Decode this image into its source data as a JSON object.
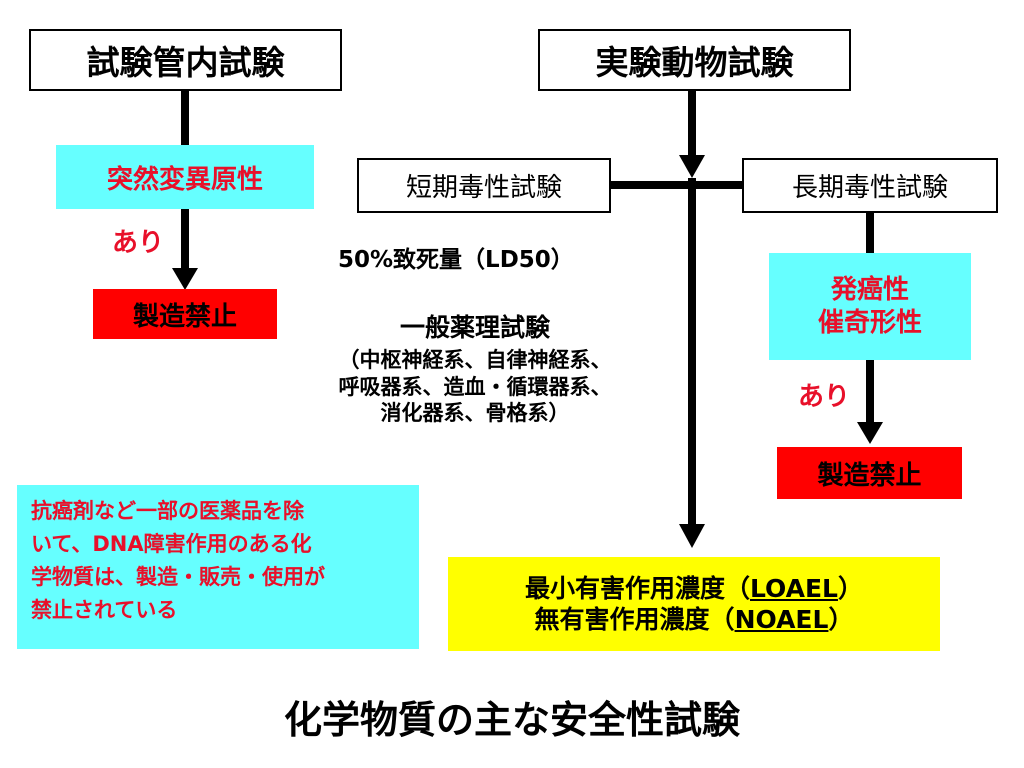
{
  "in_vitro": {
    "title": "試験管内試験",
    "mutagenicity": "突然変異原性",
    "yes": "あり",
    "ban": "製造禁止"
  },
  "animal": {
    "title": "実験動物試験",
    "short_term": "短期毒性試験",
    "long_term": "長期毒性試験",
    "ld50": "50%致死量（LD50）",
    "general_pharm_title": "一般薬理試験",
    "general_pharm_lines": [
      "（中枢神経系、自律神経系、",
      "呼吸器系、造血・循環器系、",
      "消化器系、骨格系）"
    ],
    "carcino_lines": [
      "発癌性",
      "催奇形性"
    ],
    "yes": "あり",
    "ban": "製造禁止"
  },
  "result": {
    "loael_prefix": "最小有害作用濃度（",
    "loael_abbr": "LOAEL",
    "noael_prefix": "無有害作用濃度（",
    "noael_abbr": "NOAEL",
    "paren_close": "）"
  },
  "note_lines": [
    "抗癌剤など一部の医薬品を除",
    "いて、DNA障害作用のある化",
    "学物質は、製造・販売・使用が",
    "禁止されている"
  ],
  "page_title": "化学物質の主な安全性試験",
  "colors": {
    "cyan": "#66ffff",
    "red_box": "#ff0000",
    "yellow": "#ffff00",
    "red_text": "#e8102a"
  }
}
